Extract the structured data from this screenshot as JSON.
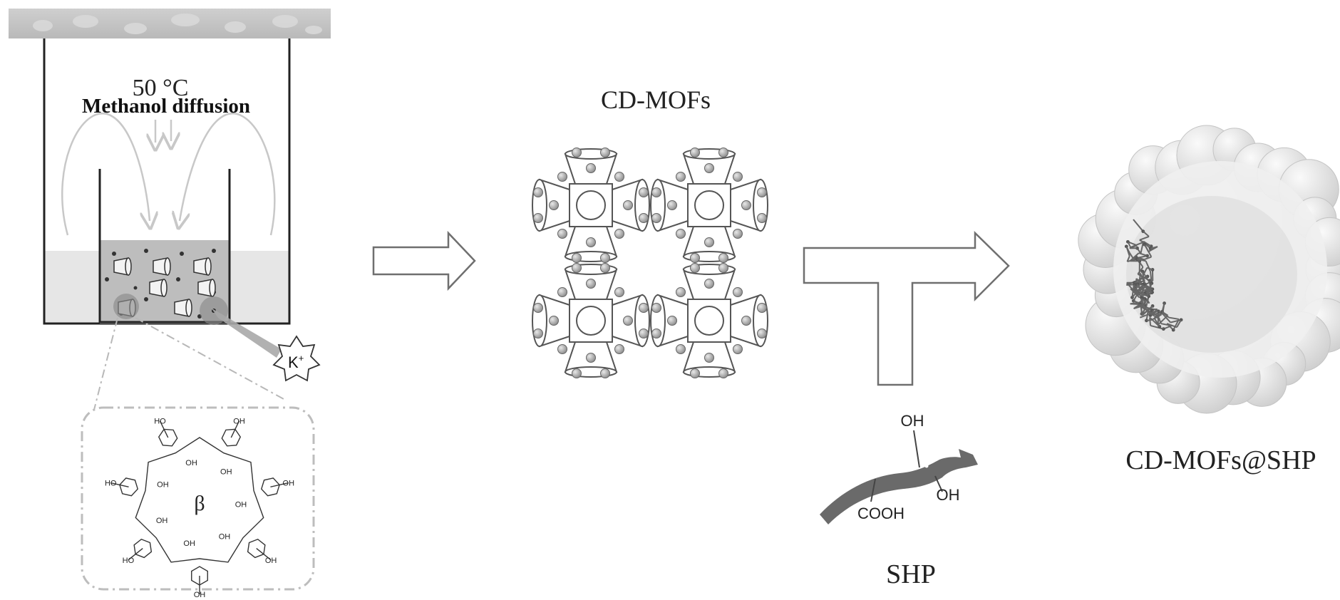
{
  "beaker": {
    "temperature": "50 °C",
    "process": "Methanol diffusion",
    "ion_label": "K",
    "ion_charge": "+"
  },
  "cyclodextrin": {
    "symbol": "β",
    "hydroxyl_label": "OH",
    "hydroxyl_label_left": "HO"
  },
  "cdmof": {
    "title": "CD-MOFs"
  },
  "shp": {
    "name": "SHP",
    "group_top": "OH",
    "group_right": "OH",
    "group_bottom": "COOH"
  },
  "product": {
    "title": "CD-MOFs@SHP"
  },
  "colors": {
    "line": "#222222",
    "arrow_stroke": "#6f6f6f",
    "solution": "#e6e6e6",
    "sediment": "#bdbdbd",
    "mof_stroke": "#555555",
    "sphere": "#a0a0a0",
    "surface": "#ececec"
  }
}
